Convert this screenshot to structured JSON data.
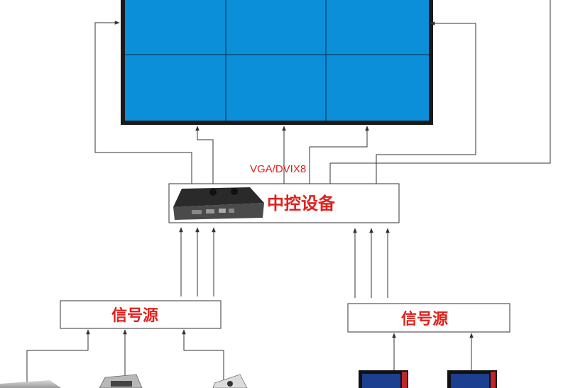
{
  "colors": {
    "wall_fill": "#0b8fd8",
    "wall_frame": "#1a1a1a",
    "label_red": "#e0201c",
    "line": "#333333"
  },
  "video_wall": {
    "rows": 2,
    "cols": 3
  },
  "bus_label": "VGA/DVIX8",
  "controller": {
    "label": "中控设备",
    "icon": "rack-controller-icon"
  },
  "sources": [
    {
      "label": "信号源",
      "devices": [
        "silver-device-icon",
        "capture-box-icon",
        "camera-icon"
      ]
    },
    {
      "label": "信号源",
      "devices": [
        "desktop-pc-icon",
        "desktop-pc-icon"
      ]
    }
  ]
}
